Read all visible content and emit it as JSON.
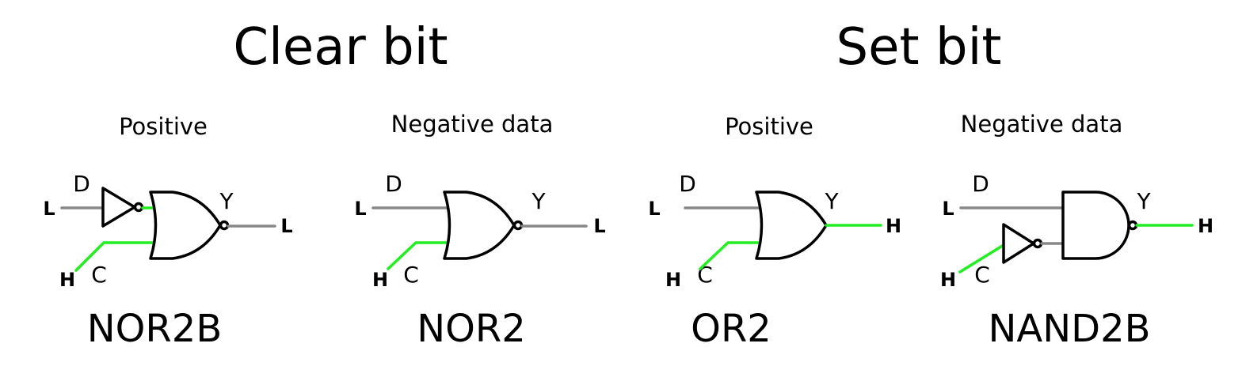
{
  "titles": {
    "clear": "Clear bit",
    "set": "Set bit"
  },
  "colors": {
    "low": "#888888",
    "high": "#22ee22",
    "gate": "#000000"
  },
  "circuits": [
    {
      "id": "nor2b",
      "subtitle": "Positive",
      "name": "NOR2B",
      "type": "NOR2B",
      "pins": {
        "d": "D",
        "c": "C",
        "y": "Y"
      },
      "levels": {
        "d": "L",
        "c": "H",
        "y": "L"
      },
      "internal": "H"
    },
    {
      "id": "nor2",
      "subtitle": "Negative data",
      "name": "NOR2",
      "type": "NOR2",
      "pins": {
        "d": "D",
        "c": "C",
        "y": "Y"
      },
      "levels": {
        "d": "L",
        "c": "H",
        "y": "L"
      }
    },
    {
      "id": "or2",
      "subtitle": "Positive",
      "name": "OR2",
      "type": "OR2",
      "pins": {
        "d": "D",
        "c": "C",
        "y": "Y"
      },
      "levels": {
        "d": "L",
        "c": "H",
        "y": "H"
      }
    },
    {
      "id": "nand2b",
      "subtitle": "Negative data",
      "name": "NAND2B",
      "type": "NAND2B",
      "pins": {
        "d": "D",
        "c": "C",
        "y": "Y"
      },
      "levels": {
        "d": "L",
        "c": "H",
        "y": "H"
      },
      "internal": "L"
    }
  ]
}
